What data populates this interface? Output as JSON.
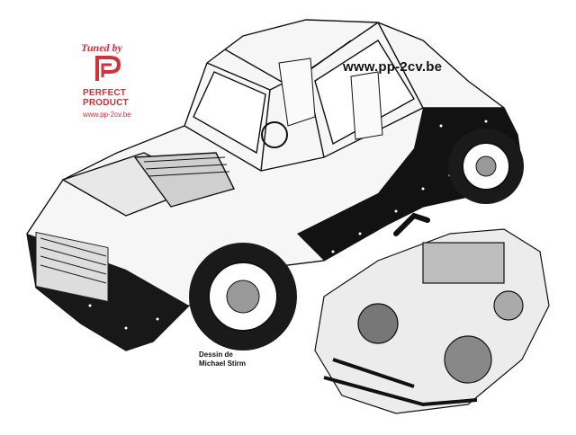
{
  "image": {
    "description_elements": [
      "cutaway car illustration",
      "engine detail"
    ]
  },
  "logo": {
    "tuned_text": "Tuned by",
    "brand_line1": "PERFECT",
    "brand_line2": "PRODUCT",
    "url": "www.pp-2cv.be",
    "color": "#d0313a"
  },
  "header_url": "www.pp-2cv.be",
  "credit": {
    "line1": "Dessin de",
    "line2": "Michael Stirm"
  }
}
